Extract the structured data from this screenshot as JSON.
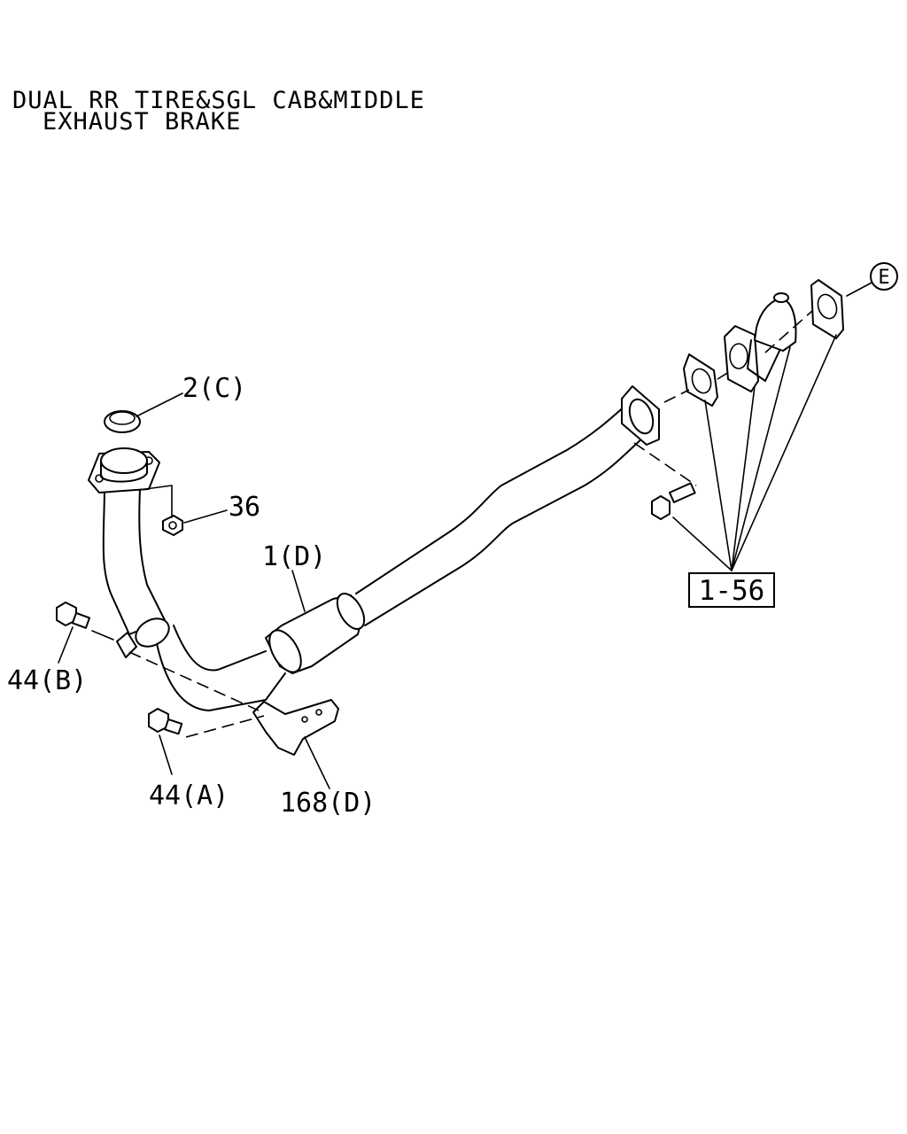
{
  "title": {
    "line1": "DUAL RR TIRE&SGL CAB&MIDDLE",
    "line2": "EXHAUST BRAKE"
  },
  "callouts": {
    "item_2c": "2(C)",
    "item_36": "36",
    "item_1d": "1(D)",
    "item_44b": "44(B)",
    "item_44a": "44(A)",
    "item_168d": "168(D)",
    "ref_e": "E"
  },
  "reference_box": {
    "label": "1-56"
  }
}
